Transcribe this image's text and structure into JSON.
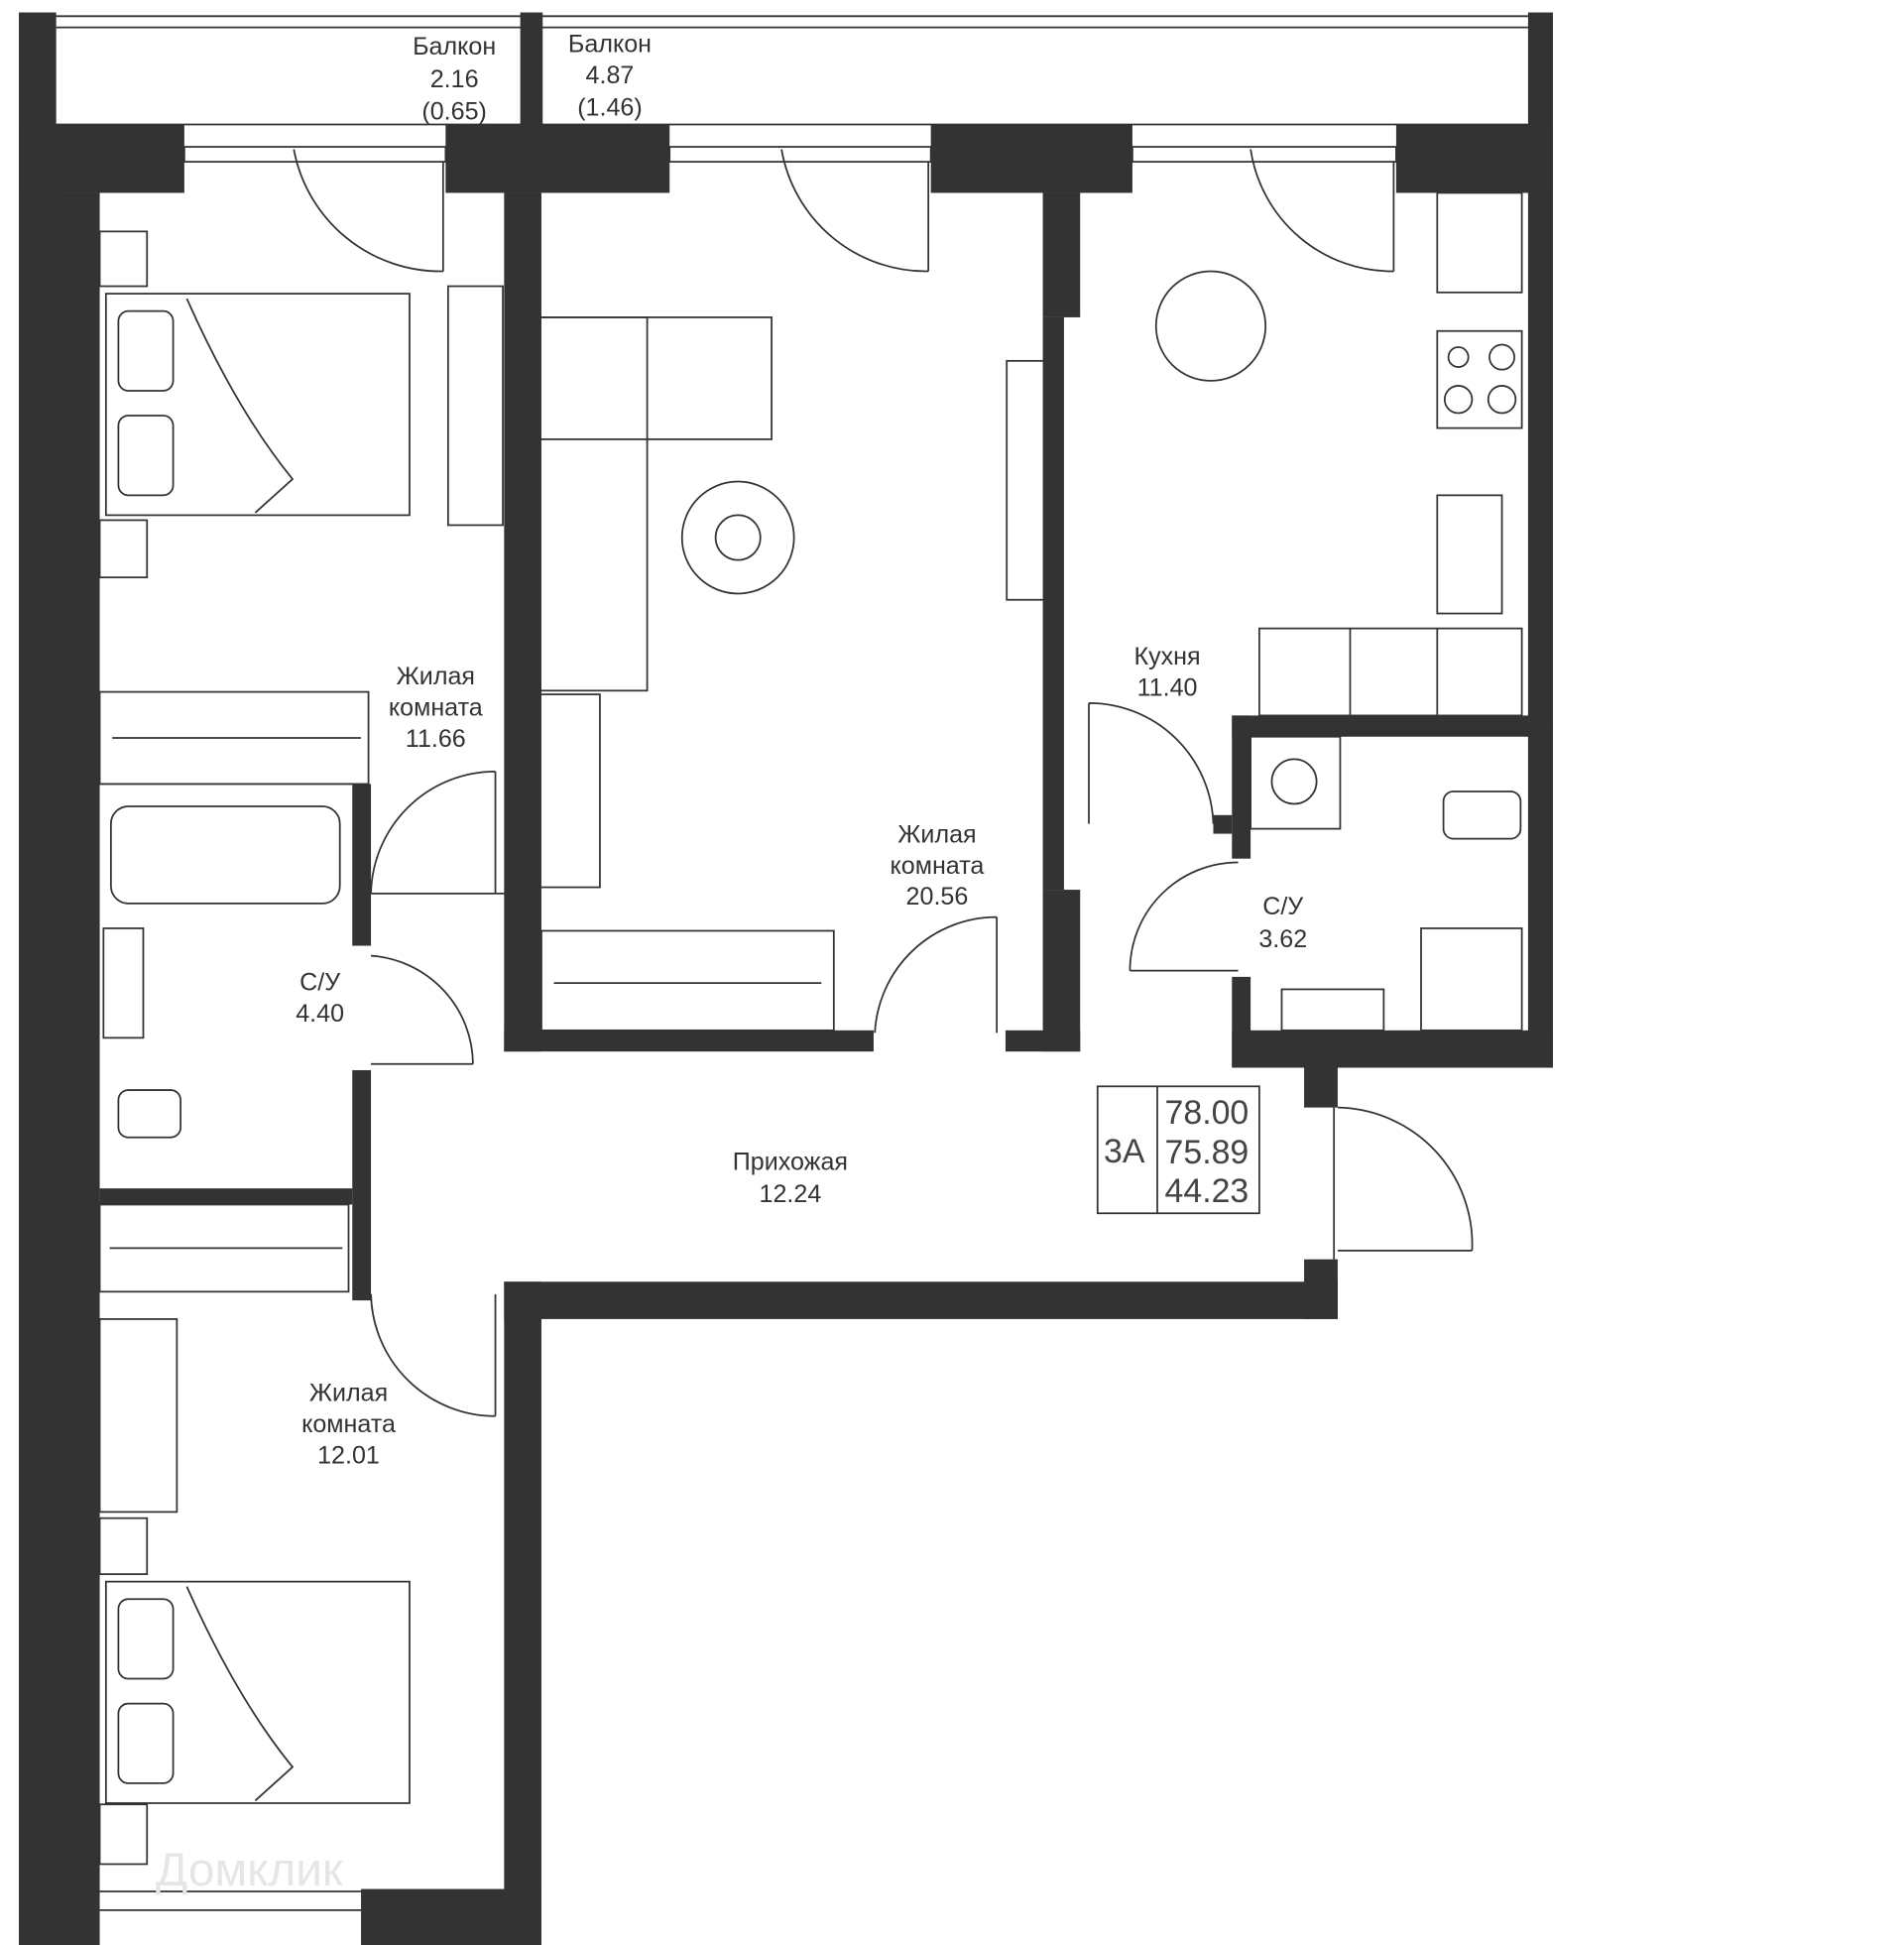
{
  "rooms": {
    "balcony1": {
      "name": "Балкон",
      "area": "2.16",
      "reduced": "(0.65)"
    },
    "balcony2": {
      "name": "Балкон",
      "area": "4.87",
      "reduced": "(1.46)"
    },
    "bedroom1": {
      "name1": "Жилая",
      "name2": "комната",
      "area": "11.66"
    },
    "living": {
      "name1": "Жилая",
      "name2": "комната",
      "area": "20.56"
    },
    "kitchen": {
      "name": "Кухня",
      "area": "11.40"
    },
    "bath1": {
      "name": "С/У",
      "area": "4.40"
    },
    "bath2": {
      "name": "С/У",
      "area": "3.62"
    },
    "hall": {
      "name": "Прихожая",
      "area": "12.24"
    },
    "bedroom2": {
      "name1": "Жилая",
      "name2": "комната",
      "area": "12.01"
    }
  },
  "summary": {
    "type": "3А",
    "total": "78.00",
    "living_total": "75.89",
    "living": "44.23"
  },
  "watermark": "Домклик",
  "colors": {
    "wall": "#333333",
    "line": "#333333",
    "watermark": "#e6e6e6"
  }
}
